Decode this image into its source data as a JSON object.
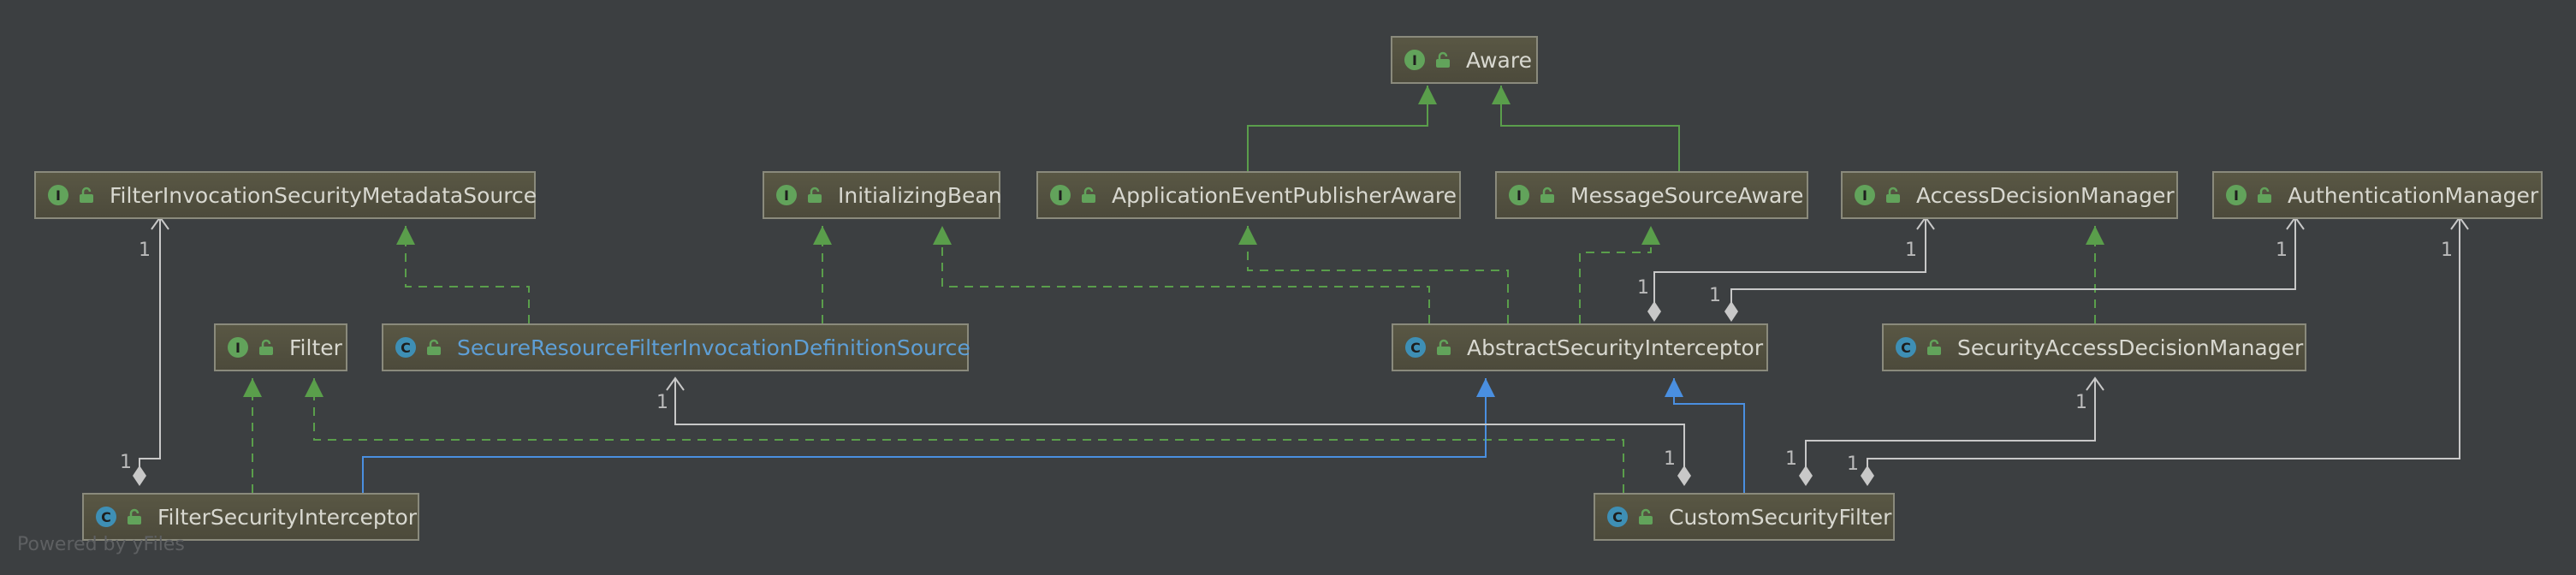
{
  "diagram": {
    "footer": "Powered by yFiles",
    "multiplicity": "1",
    "nodes": {
      "aware": {
        "label": "Aware",
        "kind": "I"
      },
      "filter_inv_meta": {
        "label": "FilterInvocationSecurityMetadataSource",
        "kind": "I"
      },
      "initializing_bean": {
        "label": "InitializingBean",
        "kind": "I"
      },
      "app_event_pub_aware": {
        "label": "ApplicationEventPublisherAware",
        "kind": "I"
      },
      "message_source_aware": {
        "label": "MessageSourceAware",
        "kind": "I"
      },
      "access_decision_mgr": {
        "label": "AccessDecisionManager",
        "kind": "I"
      },
      "auth_mgr": {
        "label": "AuthenticationManager",
        "kind": "I"
      },
      "filter": {
        "label": "Filter",
        "kind": "I"
      },
      "secure_resource_src": {
        "label": "SecureResourceFilterInvocationDefinitionSource",
        "kind": "C"
      },
      "abstract_sec_int": {
        "label": "AbstractSecurityInterceptor",
        "kind": "C"
      },
      "security_access_dm": {
        "label": "SecurityAccessDecisionManager",
        "kind": "C"
      },
      "filter_sec_int": {
        "label": "FilterSecurityInterceptor",
        "kind": "C"
      },
      "custom_sec_filter": {
        "label": "CustomSecurityFilter",
        "kind": "C"
      }
    },
    "colors": {
      "background": "#3c3f41",
      "interface_badge": "#62a35b",
      "class_badge": "#3e8fb5",
      "implements_edge": "#5a9e4b",
      "extends_edge": "#4a8fe0",
      "association_edge": "#c8c8c8",
      "highlight_label": "#5e9fd6"
    }
  }
}
